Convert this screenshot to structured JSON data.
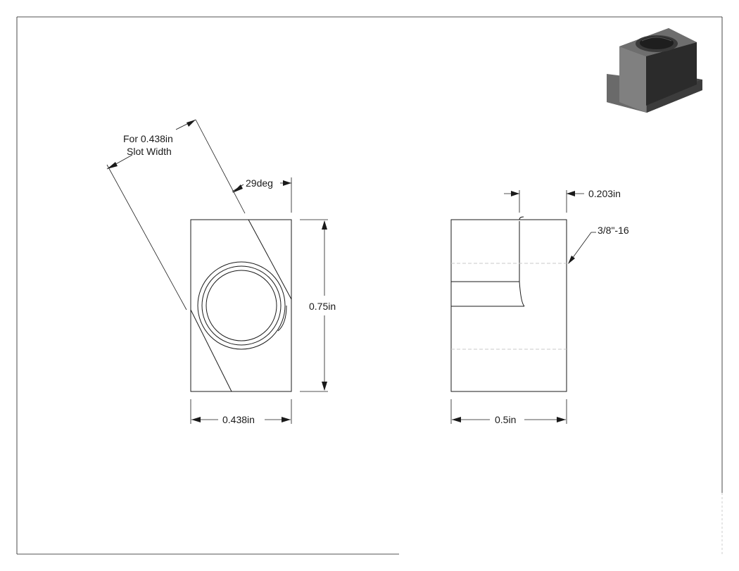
{
  "drawing": {
    "slot_note_line1": "For 0.438in",
    "slot_note_line2": "Slot Width",
    "angle_label": "29deg",
    "height_label": "0.75in",
    "front_width_label": "0.438in",
    "side_width_label": "0.5in",
    "offset_label": "0.203in",
    "thread_label": "3/8\"-16"
  }
}
